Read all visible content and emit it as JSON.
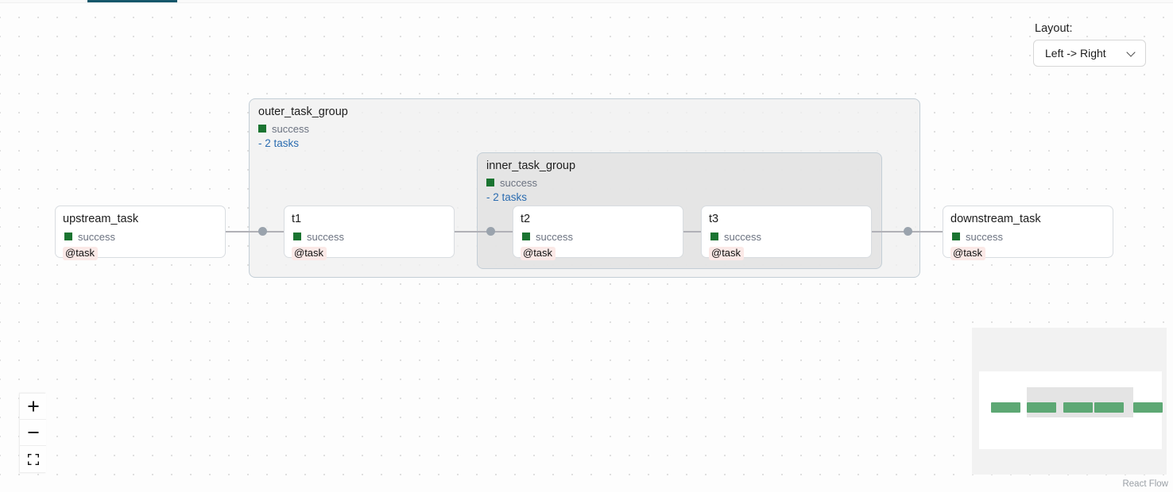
{
  "layout_panel": {
    "label": "Layout:",
    "selected": "Left -> Right",
    "chevron_icon": "chevron-down-icon",
    "options": [
      "Left -> Right"
    ]
  },
  "graph": {
    "groups": [
      {
        "id": "outer_task_group",
        "title": "outer_task_group",
        "status": "success",
        "status_color": "#1a7431",
        "tasks_label": "- 2 tasks",
        "tasks_link_color": "#2b6cb0"
      },
      {
        "id": "inner_task_group",
        "title": "inner_task_group",
        "status": "success",
        "status_color": "#1a7431",
        "tasks_label": "- 2 tasks",
        "tasks_link_color": "#2b6cb0"
      }
    ],
    "nodes": [
      {
        "id": "upstream_task",
        "title": "upstream_task",
        "status": "success",
        "badge": "@task"
      },
      {
        "id": "t1",
        "title": "t1",
        "status": "success",
        "badge": "@task"
      },
      {
        "id": "t2",
        "title": "t2",
        "status": "success",
        "badge": "@task"
      },
      {
        "id": "t3",
        "title": "t3",
        "status": "success",
        "badge": "@task"
      },
      {
        "id": "downstream_task",
        "title": "downstream_task",
        "status": "success",
        "badge": "@task"
      }
    ],
    "edge_count": 4,
    "node_border_color": "#d9dde1",
    "edge_color": "#b1b1b7",
    "badge_bg": "#fbe9e7"
  },
  "controls": {
    "zoom_in_icon": "plus-icon",
    "zoom_out_icon": "minus-icon",
    "fit_view_icon": "fit-view-icon"
  },
  "minimap": {
    "node_color": "#5da874",
    "group_color": "#e4e4e4",
    "viewport_color": "#ffffff"
  },
  "attribution": "React Flow",
  "tab_strip": {
    "active_color": "#15576b"
  }
}
